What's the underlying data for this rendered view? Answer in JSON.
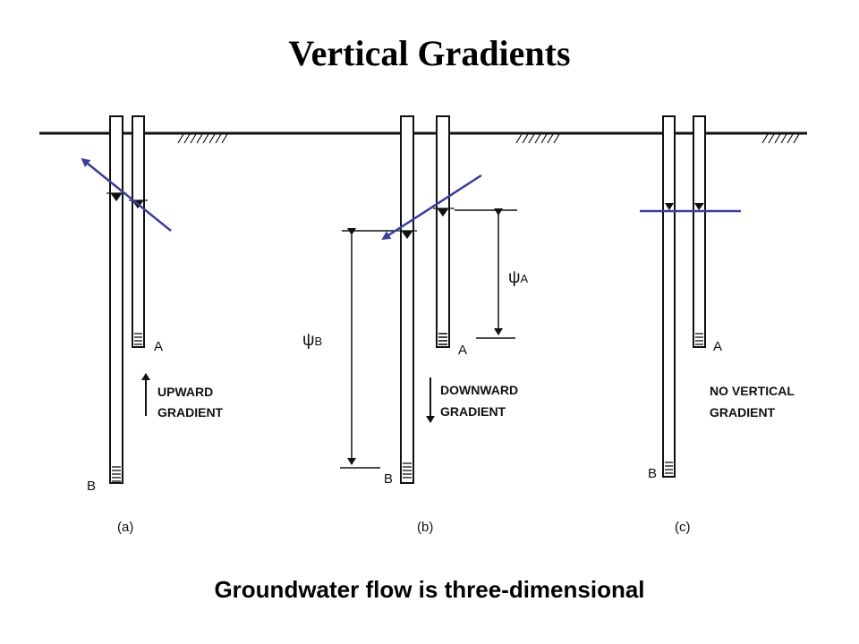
{
  "title": "Vertical Gradients",
  "caption": "Groundwater flow is three-dimensional",
  "panels": [
    {
      "label": "(a)",
      "piezometer_a": "A",
      "piezometer_b": "B",
      "gradient_line1": "UPWARD",
      "gradient_line2": "GRADIENT"
    },
    {
      "label": "(b)",
      "piezometer_a": "A",
      "piezometer_b": "B",
      "gradient_line1": "DOWNWARD",
      "gradient_line2": "GRADIENT"
    },
    {
      "label": "(c)",
      "piezometer_a": "A",
      "piezometer_b": "B",
      "gradient_line1": "NO VERTICAL",
      "gradient_line2": "GRADIENT"
    }
  ],
  "head_labels": {
    "psi": "ψ",
    "a_sub": "A",
    "b_sub": "B"
  },
  "colors": {
    "annotation_arrow": "#3a3d9a",
    "drawing": "#111111"
  }
}
